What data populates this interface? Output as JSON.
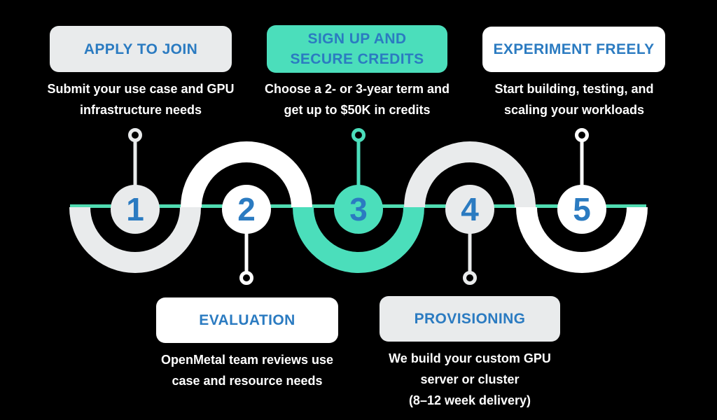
{
  "figure": {
    "type": "process-timeline-infographic",
    "background": "#000000",
    "colors": {
      "teal": "#4BDEBB",
      "teal_line": "#50DBB1",
      "gray": "#E9EBEC",
      "white": "#FFFFFF",
      "blue": "#2B7BC1",
      "description_text": "#FFFFFF"
    },
    "steps": [
      {
        "number": "1",
        "title": "APPLY TO JOIN",
        "title_lines": [
          "APPLY TO JOIN"
        ],
        "description": "Submit your use case and GPU infrastructure needs",
        "description_lines": [
          "Submit your use case and GPU",
          "infrastructure needs"
        ],
        "variant": "gray",
        "card_position": "top",
        "highlighted": false
      },
      {
        "number": "2",
        "title": "EVALUATION",
        "title_lines": [
          "EVALUATION"
        ],
        "description": "OpenMetal team reviews use case and resource needs",
        "description_lines": [
          "OpenMetal team reviews use",
          "case and resource needs"
        ],
        "variant": "white",
        "card_position": "bottom",
        "highlighted": false
      },
      {
        "number": "3",
        "title": "SIGN UP AND SECURE CREDITS",
        "title_lines": [
          "SIGN UP AND",
          "SECURE CREDITS"
        ],
        "description": "Choose a 2- or 3-year term and get up to $50K in credits",
        "description_lines": [
          "Choose a 2- or 3-year term and",
          "get up to $50K in credits"
        ],
        "variant": "teal",
        "card_position": "top",
        "highlighted": true
      },
      {
        "number": "4",
        "title": "PROVISIONING",
        "title_lines": [
          "PROVISIONING"
        ],
        "description": "We build your custom GPU server or cluster (8–12 week delivery)",
        "description_lines": [
          "We build your custom GPU",
          "server or cluster",
          "(8–12 week delivery)"
        ],
        "variant": "gray",
        "card_position": "bottom",
        "highlighted": false
      },
      {
        "number": "5",
        "title": "EXPERIMENT FREELY",
        "title_lines": [
          "EXPERIMENT FREELY"
        ],
        "description": "Start building, testing, and scaling your workloads",
        "description_lines": [
          "Start building, testing, and",
          "scaling your workloads"
        ],
        "variant": "white",
        "card_position": "top",
        "highlighted": false
      }
    ]
  }
}
